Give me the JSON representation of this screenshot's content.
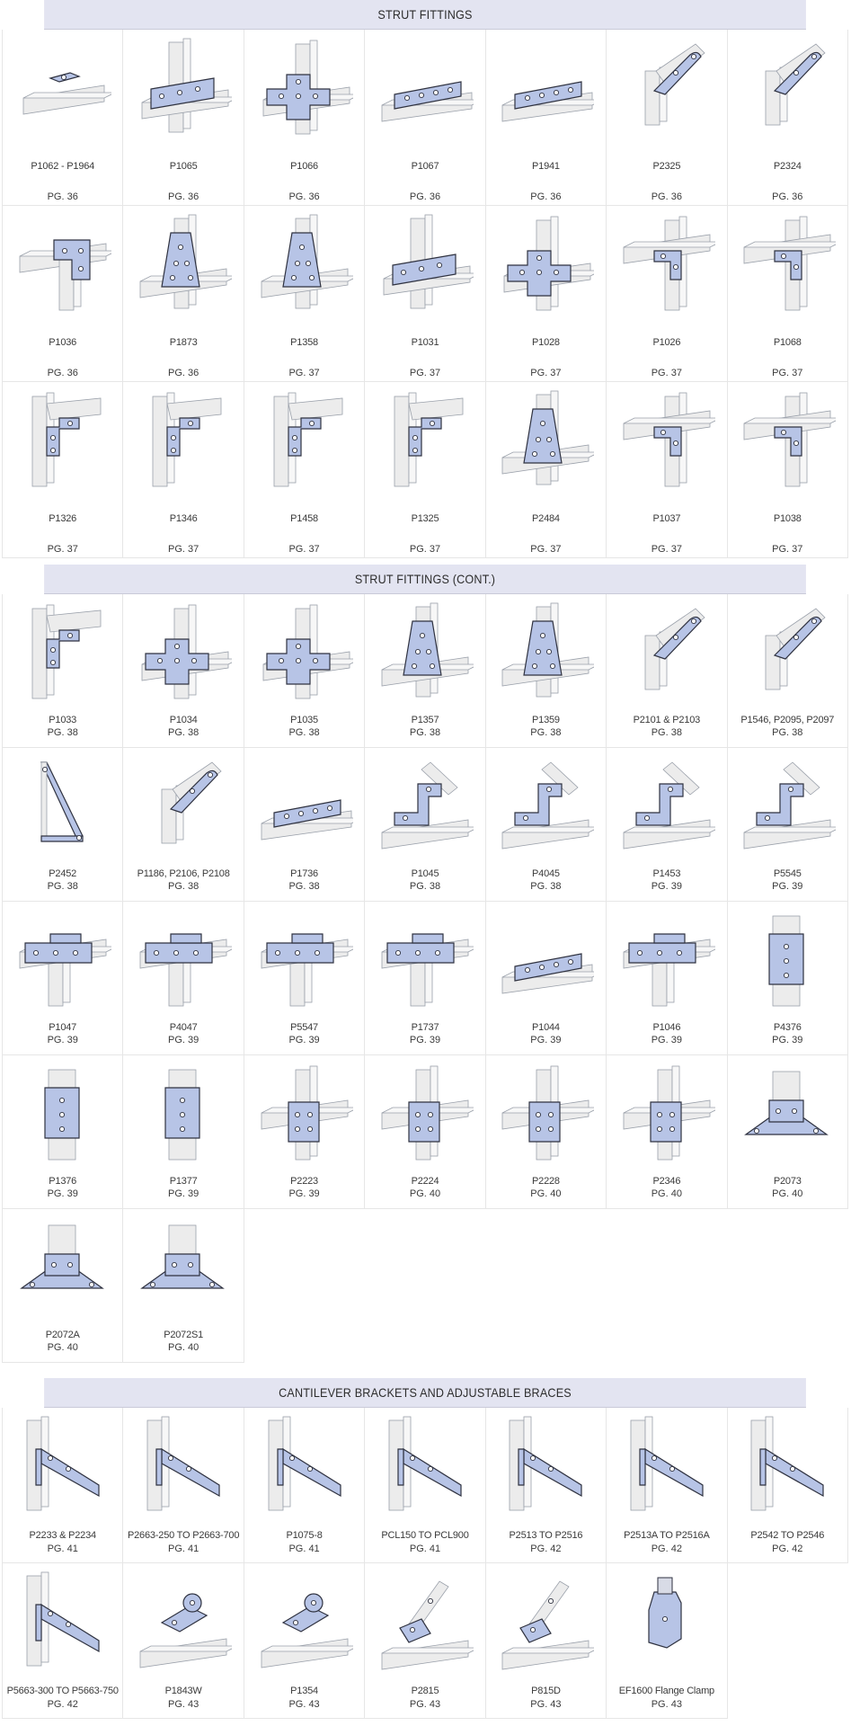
{
  "colors": {
    "banner_bg": "#e3e4f1",
    "plate": "#b7c4e6",
    "strut": "#ececec",
    "outline": "#2f3240"
  },
  "sections": [
    {
      "title": "STRUT FITTINGS",
      "items": [
        {
          "label": "P1062 - P1964",
          "page": "PG. 36",
          "icon": "flat-plate-on-strut-icon"
        },
        {
          "label": "P1065",
          "page": "PG. 36",
          "icon": "tee-plate-icon"
        },
        {
          "label": "P1066",
          "page": "PG. 36",
          "icon": "cross-plate-icon"
        },
        {
          "label": "P1067",
          "page": "PG. 36",
          "icon": "splice-plate-icon"
        },
        {
          "label": "P1941",
          "page": "PG. 36",
          "icon": "splice-plate-icon"
        },
        {
          "label": "P2325",
          "page": "PG. 36",
          "icon": "angled-plate-icon"
        },
        {
          "label": "P2324",
          "page": "PG. 36",
          "icon": "angled-plate-icon"
        },
        {
          "label": "P1036",
          "page": "PG. 36",
          "icon": "l-plate-icon"
        },
        {
          "label": "P1873",
          "page": "PG. 36",
          "icon": "gusset-plate-icon"
        },
        {
          "label": "P1358",
          "page": "PG. 37",
          "icon": "gusset-plate-icon"
        },
        {
          "label": "P1031",
          "page": "PG. 37",
          "icon": "tee-plate-icon"
        },
        {
          "label": "P1028",
          "page": "PG. 37",
          "icon": "cross-plate-icon"
        },
        {
          "label": "P1026",
          "page": "PG. 37",
          "icon": "angle-bracket-icon"
        },
        {
          "label": "P1068",
          "page": "PG. 37",
          "icon": "angle-bracket-icon"
        },
        {
          "label": "P1326",
          "page": "PG. 37",
          "icon": "corner-angle-icon"
        },
        {
          "label": "P1346",
          "page": "PG. 37",
          "icon": "corner-angle-icon"
        },
        {
          "label": "P1458",
          "page": "PG. 37",
          "icon": "corner-angle-icon"
        },
        {
          "label": "P1325",
          "page": "PG. 37",
          "icon": "corner-angle-icon"
        },
        {
          "label": "P2484",
          "page": "PG. 37",
          "icon": "gusset-plate-icon"
        },
        {
          "label": "P1037",
          "page": "PG. 37",
          "icon": "angle-bracket-icon"
        },
        {
          "label": "P1038",
          "page": "PG. 37",
          "icon": "angle-bracket-icon"
        }
      ]
    },
    {
      "title": "STRUT FITTINGS (CONT.)",
      "items": [
        {
          "label": "P1033",
          "page": "PG. 38",
          "icon": "corner-angle-icon"
        },
        {
          "label": "P1034",
          "page": "PG. 38",
          "icon": "cross-plate-icon"
        },
        {
          "label": "P1035",
          "page": "PG. 38",
          "icon": "cross-plate-icon"
        },
        {
          "label": "P1357",
          "page": "PG. 38",
          "icon": "gusset-plate-icon"
        },
        {
          "label": "P1359",
          "page": "PG. 38",
          "icon": "gusset-plate-icon"
        },
        {
          "label": "P2101 & P2103",
          "page": "PG. 38",
          "icon": "angled-plate-icon"
        },
        {
          "label": "P1546, P2095, P2097",
          "page": "PG. 38",
          "icon": "angled-plate-icon"
        },
        {
          "label": "P2452",
          "page": "PG. 38",
          "icon": "brace-icon"
        },
        {
          "label": "P1186, P2106, P2108",
          "page": "PG. 38",
          "icon": "angled-plate-icon"
        },
        {
          "label": "P1736",
          "page": "PG. 38",
          "icon": "splice-plate-icon"
        },
        {
          "label": "P1045",
          "page": "PG. 38",
          "icon": "z-bracket-icon"
        },
        {
          "label": "P4045",
          "page": "PG. 38",
          "icon": "z-bracket-icon"
        },
        {
          "label": "P1453",
          "page": "PG. 39",
          "icon": "z-bracket-icon"
        },
        {
          "label": "P5545",
          "page": "PG. 39",
          "icon": "z-bracket-icon"
        },
        {
          "label": "P1047",
          "page": "PG. 39",
          "icon": "u-bracket-icon"
        },
        {
          "label": "P4047",
          "page": "PG. 39",
          "icon": "u-bracket-icon"
        },
        {
          "label": "P5547",
          "page": "PG. 39",
          "icon": "u-bracket-icon"
        },
        {
          "label": "P1737",
          "page": "PG. 39",
          "icon": "u-bracket-icon"
        },
        {
          "label": "P1044",
          "page": "PG. 39",
          "icon": "splice-plate-icon"
        },
        {
          "label": "P1046",
          "page": "PG. 39",
          "icon": "u-bracket-icon"
        },
        {
          "label": "P4376",
          "page": "PG. 39",
          "icon": "wrap-plate-icon"
        },
        {
          "label": "P1376",
          "page": "PG. 39",
          "icon": "wrap-plate-icon"
        },
        {
          "label": "P1377",
          "page": "PG. 39",
          "icon": "wrap-plate-icon"
        },
        {
          "label": "P2223",
          "page": "PG. 39",
          "icon": "post-base-icon"
        },
        {
          "label": "P2224",
          "page": "PG. 40",
          "icon": "post-base-icon"
        },
        {
          "label": "P2228",
          "page": "PG. 40",
          "icon": "post-base-icon"
        },
        {
          "label": "P2346",
          "page": "PG. 40",
          "icon": "post-base-icon"
        },
        {
          "label": "P2073",
          "page": "PG. 40",
          "icon": "base-plate-icon"
        },
        {
          "label": "P2072A",
          "page": "PG. 40",
          "icon": "base-plate-icon"
        },
        {
          "label": "P2072S1",
          "page": "PG. 40",
          "icon": "base-plate-icon"
        }
      ]
    },
    {
      "title": "CANTILEVER BRACKETS AND ADJUSTABLE BRACES",
      "items": [
        {
          "label": "P2233 & P2234",
          "page": "PG. 41",
          "icon": "cantilever-bracket-icon"
        },
        {
          "label": "P2663-250 TO P2663-700",
          "page": "PG. 41",
          "icon": "cantilever-bracket-icon"
        },
        {
          "label": "P1075-8",
          "page": "PG. 41",
          "icon": "cantilever-bracket-icon"
        },
        {
          "label": "PCL150 TO PCL900",
          "page": "PG. 41",
          "icon": "cantilever-bracket-icon"
        },
        {
          "label": "P2513 TO P2516",
          "page": "PG. 42",
          "icon": "cantilever-bracket-icon"
        },
        {
          "label": "P2513A TO P2516A",
          "page": "PG. 42",
          "icon": "cantilever-bracket-icon"
        },
        {
          "label": "P2542 TO P2546",
          "page": "PG. 42",
          "icon": "cantilever-bracket-icon"
        },
        {
          "label": "P5663-300 TO P5663-750",
          "page": "PG. 42",
          "icon": "cantilever-bracket-icon"
        },
        {
          "label": "P1843W",
          "page": "PG. 43",
          "icon": "hinge-icon"
        },
        {
          "label": "P1354",
          "page": "PG. 43",
          "icon": "hinge-icon"
        },
        {
          "label": "P2815",
          "page": "PG. 43",
          "icon": "adjustable-brace-icon"
        },
        {
          "label": "P815D",
          "page": "PG. 43",
          "icon": "adjustable-brace-icon"
        },
        {
          "label": "EF1600 Flange Clamp",
          "page": "PG. 43",
          "icon": "flange-clamp-icon"
        }
      ]
    }
  ]
}
